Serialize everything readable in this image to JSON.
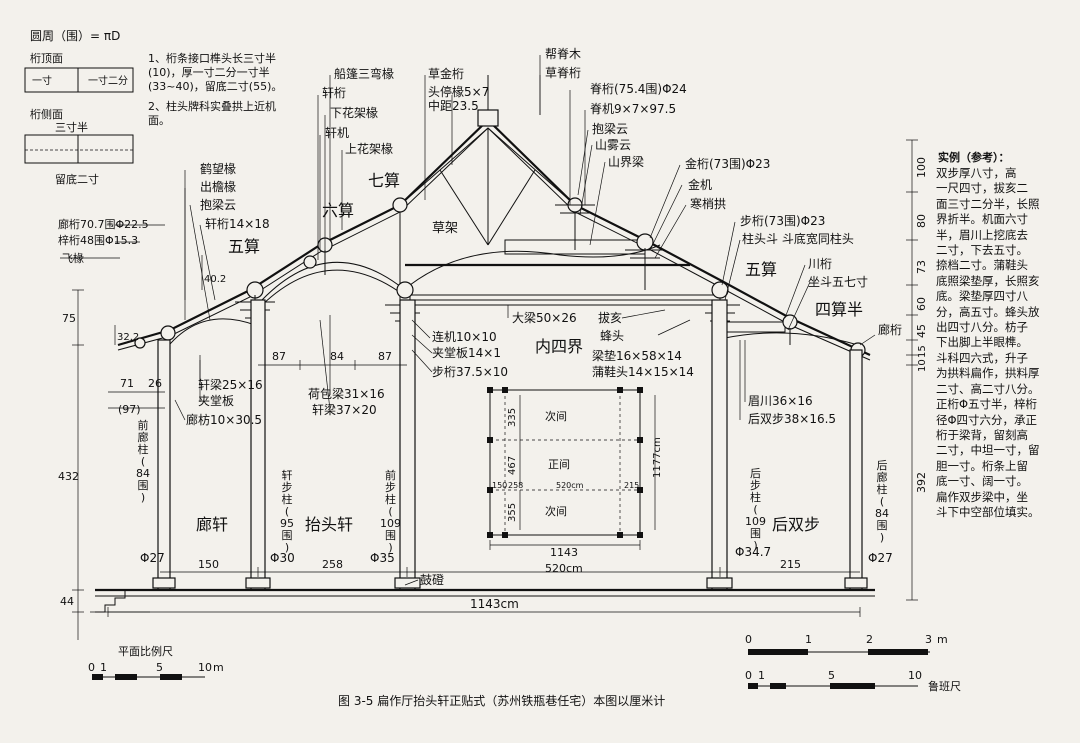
{
  "notes": {
    "formula": "圆周（围）= πD",
    "detail_top_label": "桁顶面",
    "detail_side_label": "桁侧面",
    "detail_a": "一寸",
    "detail_b": "一寸二分",
    "detail_c": "三寸半",
    "detail_d": "留底二寸",
    "note1": "1、桁条接口榫头长三寸半\n(10)，厚一寸二分一寸半\n(33~40)，留底二寸(55)。",
    "note2": "2、柱头牌科实叠拱上近机\n面。",
    "example_title": "实例（参考）：",
    "example_text": "双步厚八寸，高\n一尺四寸，拔亥二\n面三寸二分半，长照\n界折半。机面六寸\n半，眉川上挖底去\n二寸，下去五寸。\n捺档二寸。蒲鞋头\n底照梁垫厚，长照亥\n底。梁垫厚四寸八\n分，高五寸。蜂头放\n出四寸八分。枋子\n下出脚上半眼榫。\n斗科四六式，升子\n为拱料扁作，拱料厚\n二寸、高二寸八分。\n正桁Φ五寸半，梓桁\n径Φ四寸六分，承正\n桁于梁背，留刻高\n二寸，中坦一寸，留\n胆一寸。桁条上留\n底一寸、阔一寸。",
    "example_text2": "扁作双步梁中，坐\n斗下中空部位填实。"
  },
  "labels": {
    "chuanpeng": "船篷三弯椽",
    "xuanheng": "轩桁",
    "xiahuajia": "下花架椽",
    "xuanji": "轩机",
    "shanghuajia": "上花架椽",
    "caojinheng": "草金桁",
    "toutingchuan": "头停椽5×7",
    "zhongju": "中距23.5",
    "bangjimu": "帮脊木",
    "caojichuan": "草脊桁",
    "jiheng": "脊桁(75.4围)Φ24",
    "jiji": "脊机9×7×97.5",
    "baoliangyun_r": "抱梁云",
    "shanwuyun": "山雾云",
    "shanjieliang": "山界梁",
    "jinheng": "金桁(73围)Φ23",
    "jinji": "金机",
    "hanshaogong": "寒梢拱",
    "buheng_r": "步桁(73围)Φ23",
    "zhutoudou": "柱头斗  斗底宽同柱头",
    "hewangchuan": "鹤望椽",
    "chuyanchuan": "出檐椽",
    "baoliangyun_l": "抱梁云",
    "xuanheng2": "轩桁14×18",
    "langheng": "廊桁70.7围Φ22.5",
    "ziheng": "梓桁48围Φ15.3",
    "feichuan": "飞椽",
    "caojia": "草架",
    "qisuan": "七算",
    "liusuan": "六算",
    "wusuan_l": "五算",
    "wusuan_r": "五算",
    "sisuanban": "四算半",
    "chuanheng": "川桁",
    "zuodou": "坐斗五七寸",
    "langheng_r": "廊桁",
    "daliang": "大梁50×26",
    "bahai": "拔亥",
    "fengtou": "蜂头",
    "neisijie": "内四界",
    "liangdian": "梁垫16×58×14",
    "puxietou": "蒲鞋头14×15×14",
    "lianji": "连机10×10",
    "jiatangban": "夹堂板14×1",
    "buheng_l": "步桁37.5×10",
    "xuanliang": "轩梁25×16",
    "jiatangban2": "夹堂板",
    "langfang": "廊枋10×30.5",
    "hebaoliang": "荷包梁31×16",
    "xuanliang2": "轩梁37×20",
    "meichuan": "眉川36×16",
    "houshuangbu": "后双步38×16.5",
    "langxuan": "廊轩",
    "taitouxuan": "抬头轩",
    "houshuangbu_room": "后双步",
    "gudeng": "鼓磴",
    "qianlangzhu": "前\n廊\n柱\n(\n84\n围\n)",
    "qianlangzhu_d": "Φ27",
    "xuanbuzhu": "轩\n步\n柱\n(\n95\n围\n)",
    "xuanbuzhu_d": "Φ30",
    "qianbuzhu": "前\n步\n柱\n(\n109\n围\n)",
    "qianbuzhu_d": "Φ35",
    "houbuzhu": "后\n步\n柱\n(\n109\n围\n)",
    "houbuzhu_d": "Φ34.7",
    "houlangzhu": "后\n廊\n柱\n(\n84\n围\n)",
    "houlangzhu_d": "Φ27"
  },
  "dims": {
    "d75": "75",
    "d432": "432",
    "d44": "44",
    "d40_2": "40.2",
    "d32_2": "32.2",
    "d71": "71",
    "d26": "26",
    "d97": "(97)",
    "d87a": "87",
    "d84": "84",
    "d87b": "87",
    "d150": "150",
    "d258": "258",
    "d215": "215",
    "d1143": "1143cm",
    "d100": "100",
    "d80": "80",
    "d73": "73",
    "d60": "60",
    "d45": "45",
    "d10": "10",
    "d15": "15",
    "d392": "392"
  },
  "plan": {
    "cijian_top": "次间",
    "zhengjian": "正间",
    "cijian_bot": "次间",
    "d335a": "335",
    "d467": "467",
    "d355": "355",
    "d1177": "1177cm",
    "d150": "150",
    "d258": "258",
    "d520": "520cm",
    "d215": "215",
    "d1143": "1143",
    "d520b": "520cm"
  },
  "scales": {
    "plan_title": "平面比例尺",
    "plan_0": "0",
    "plan_1": "1",
    "plan_5": "5",
    "plan_10": "10",
    "plan_unit": "m",
    "sec_0": "0",
    "sec_1": "1",
    "sec_2": "2",
    "sec_3": "3",
    "sec_unit": "m",
    "lb_0": "0",
    "lb_1": "1",
    "lb_5": "5",
    "lb_10": "10",
    "lb_unit": "鲁班尺"
  },
  "caption": "图 3-5   扁作厅抬头轩正贴式（苏州铁瓶巷任宅）本图以厘米计"
}
